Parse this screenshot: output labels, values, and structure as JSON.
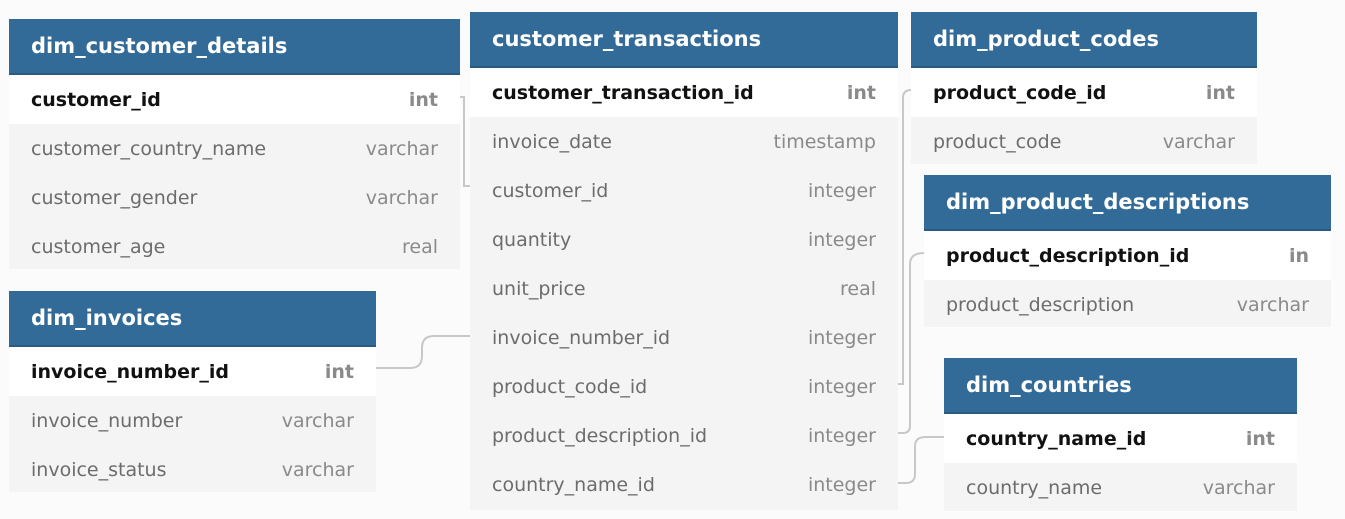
{
  "colors": {
    "header_bg": "#336b98",
    "header_text": "#ffffff",
    "body_bg": "#f4f4f4",
    "connector": "#c8c8c8"
  },
  "tables": {
    "dim_customer_details": {
      "title": "dim_customer_details",
      "columns": [
        {
          "name": "customer_id",
          "type": "int",
          "key": true
        },
        {
          "name": "customer_country_name",
          "type": "varchar",
          "key": false
        },
        {
          "name": "customer_gender",
          "type": "varchar",
          "key": false
        },
        {
          "name": "customer_age",
          "type": "real",
          "key": false
        }
      ]
    },
    "dim_invoices": {
      "title": "dim_invoices",
      "columns": [
        {
          "name": "invoice_number_id",
          "type": "int",
          "key": true
        },
        {
          "name": "invoice_number",
          "type": "varchar",
          "key": false
        },
        {
          "name": "invoice_status",
          "type": "varchar",
          "key": false
        }
      ]
    },
    "customer_transactions": {
      "title": "customer_transactions",
      "columns": [
        {
          "name": "customer_transaction_id",
          "type": "int",
          "key": true
        },
        {
          "name": "invoice_date",
          "type": "timestamp",
          "key": false
        },
        {
          "name": "customer_id",
          "type": "integer",
          "key": false
        },
        {
          "name": "quantity",
          "type": "integer",
          "key": false
        },
        {
          "name": "unit_price",
          "type": "real",
          "key": false
        },
        {
          "name": "invoice_number_id",
          "type": "integer",
          "key": false
        },
        {
          "name": "product_code_id",
          "type": "integer",
          "key": false
        },
        {
          "name": "product_description_id",
          "type": "integer",
          "key": false
        },
        {
          "name": "country_name_id",
          "type": "integer",
          "key": false
        }
      ]
    },
    "dim_product_codes": {
      "title": "dim_product_codes",
      "columns": [
        {
          "name": "product_code_id",
          "type": "int",
          "key": true
        },
        {
          "name": "product_code",
          "type": "varchar",
          "key": false
        }
      ]
    },
    "dim_product_descriptions": {
      "title": "dim_product_descriptions",
      "columns": [
        {
          "name": "product_description_id",
          "type": "in",
          "key": true
        },
        {
          "name": "product_description",
          "type": "varchar",
          "key": false
        }
      ]
    },
    "dim_countries": {
      "title": "dim_countries",
      "columns": [
        {
          "name": "country_name_id",
          "type": "int",
          "key": true
        },
        {
          "name": "country_name",
          "type": "varchar",
          "key": false
        }
      ]
    }
  }
}
